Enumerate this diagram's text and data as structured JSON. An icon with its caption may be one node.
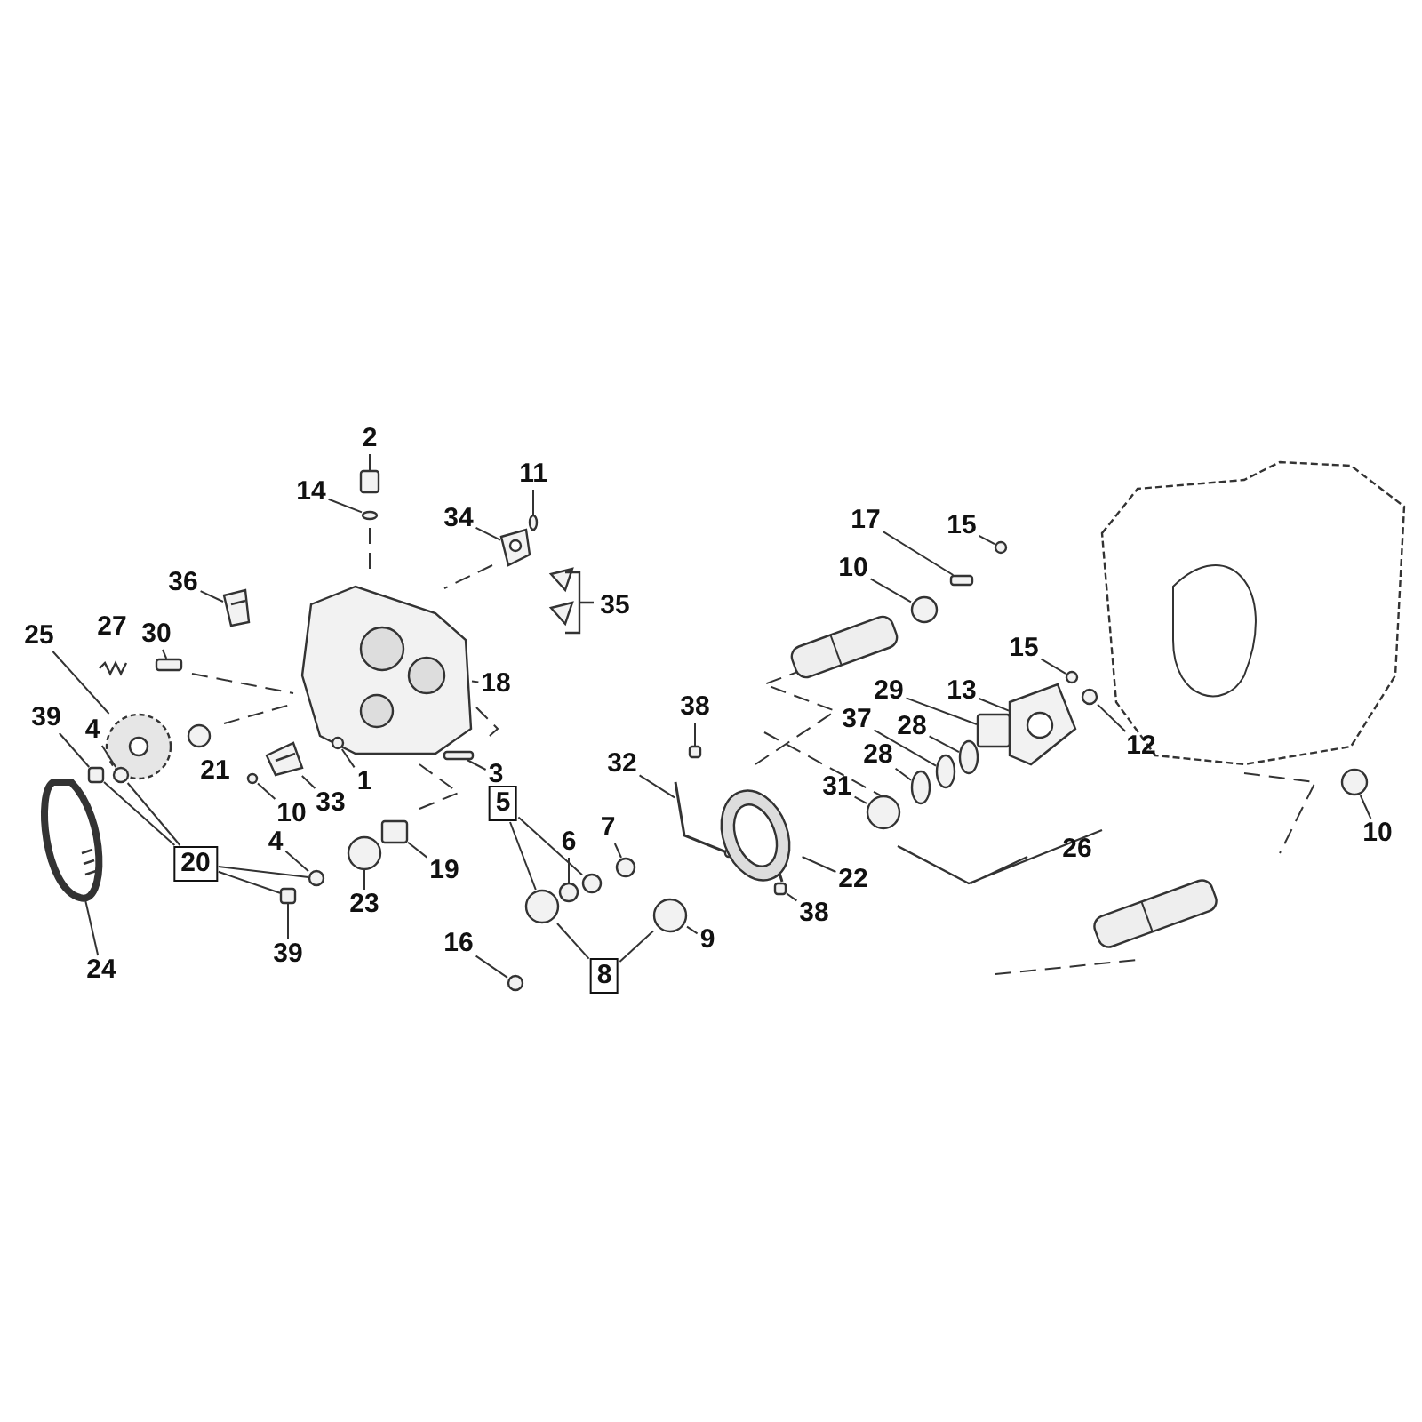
{
  "diagram": {
    "nodes": [
      {
        "text": [
          "2"
        ]
      },
      {
        "text": [
          "14"
        ]
      },
      {
        "text": [
          "11"
        ]
      },
      {
        "text": [
          "34"
        ]
      },
      {
        "text": [
          "35"
        ]
      },
      {
        "text": [
          "36"
        ]
      },
      {
        "text": [
          "27"
        ]
      },
      {
        "text": [
          "30"
        ]
      },
      {
        "text": [
          "25"
        ]
      },
      {
        "text": [
          "18"
        ]
      },
      {
        "text": [
          "39"
        ]
      },
      {
        "text": [
          "4"
        ]
      },
      {
        "text": [
          "21"
        ]
      },
      {
        "text": [
          "1"
        ]
      },
      {
        "text": [
          "3"
        ]
      },
      {
        "text": [
          "10"
        ]
      },
      {
        "text": [
          "33"
        ]
      },
      {
        "text": [
          "5"
        ]
      },
      {
        "text": [
          "6"
        ]
      },
      {
        "text": [
          "7"
        ]
      },
      {
        "text": [
          "19"
        ]
      },
      {
        "text": [
          "20"
        ]
      },
      {
        "text": [
          "4"
        ]
      },
      {
        "text": [
          "23"
        ]
      },
      {
        "text": [
          "24"
        ]
      },
      {
        "text": [
          "39"
        ]
      },
      {
        "text": [
          "16"
        ]
      },
      {
        "text": [
          "8"
        ]
      },
      {
        "text": [
          "9"
        ]
      },
      {
        "text": [
          "38"
        ]
      },
      {
        "text": [
          "32"
        ]
      },
      {
        "text": [
          "22"
        ]
      },
      {
        "text": [
          "38"
        ]
      },
      {
        "text": [
          "17"
        ]
      },
      {
        "text": [
          "15"
        ]
      },
      {
        "text": [
          "10"
        ]
      },
      {
        "text": [
          "15"
        ]
      },
      {
        "text": [
          "29"
        ]
      },
      {
        "text": [
          "13"
        ]
      },
      {
        "text": [
          "37"
        ]
      },
      {
        "text": [
          "28"
        ]
      },
      {
        "text": [
          "28"
        ]
      },
      {
        "text": [
          "31"
        ]
      },
      {
        "text": [
          "12"
        ]
      },
      {
        "text": [
          "26"
        ]
      },
      {
        "text": [
          "10"
        ]
      },
      {
        "text": [],
        "shape": "box"
      },
      {
        "text": [],
        "shape": "circle"
      },
      {
        "text": [],
        "shape": "circle"
      },
      {
        "text": [],
        "shape": "picture"
      },
      {
        "text": [],
        "shape": "picture"
      },
      {
        "text": [],
        "shape": "picture"
      },
      {
        "text": [],
        "shape": "box"
      },
      {
        "text": [],
        "shape": "picture"
      },
      {
        "text": [],
        "shape": "picture"
      },
      {
        "text": [],
        "shape": "box"
      },
      {
        "text": [],
        "shape": "circle"
      },
      {
        "text": [],
        "shape": "circle",
        "in": 50
      },
      {
        "text": [],
        "shape": "picture"
      },
      {
        "text": [],
        "shape": "circle"
      },
      {
        "text": [],
        "shape": "box"
      },
      {
        "text": [],
        "shape": "box"
      },
      {
        "text": [],
        "shape": "circle"
      },
      {
        "text": [],
        "shape": "picture"
      },
      {
        "text": [],
        "shape": "box"
      },
      {
        "text": [],
        "shape": "circle"
      },
      {
        "text": [],
        "shape": "circle"
      },
      {
        "text": [],
        "shape": "circle"
      },
      {
        "text": [],
        "shape": "circle"
      },
      {
        "text": [],
        "shape": "circle"
      },
      {
        "text": [],
        "shape": "circle"
      },
      {
        "text": [],
        "shape": "circle"
      },
      {
        "text": [],
        "shape": "box"
      },
      {
        "text": [],
        "shape": "picture"
      },
      {
        "text": [],
        "shape": "picture"
      },
      {
        "text": [],
        "shape": "box"
      },
      {
        "text": [],
        "shape": "box"
      },
      {
        "text": [],
        "shape": "circle"
      },
      {
        "text": [],
        "shape": "circle"
      },
      {
        "text": [],
        "shape": "circle"
      },
      {
        "text": [],
        "shape": "box"
      },
      {
        "text": [],
        "shape": "picture"
      },
      {
        "text": [],
        "shape": "circle"
      },
      {
        "text": [],
        "shape": "circle"
      },
      {
        "text": [],
        "shape": "circle"
      },
      {
        "text": [],
        "shape": "circle"
      },
      {
        "text": [],
        "shape": "circle"
      },
      {
        "text": [],
        "shape": "circle"
      }
    ],
    "edges": [
      {
        "from": 0,
        "to": 46,
        "arrow": "none"
      },
      {
        "from": 1,
        "to": 47,
        "arrow": "none"
      },
      {
        "from": 2,
        "to": 48,
        "arrow": "none"
      },
      {
        "from": 3,
        "to": 49,
        "arrow": "none"
      },
      {
        "from": 5,
        "to": 51,
        "arrow": "none"
      },
      {
        "from": 7,
        "to": 52,
        "arrow": "none"
      },
      {
        "from": 8,
        "to": 54,
        "arrow": "none"
      },
      {
        "from": 9,
        "to": 50,
        "arrow": "none"
      },
      {
        "from": 10,
        "to": 55,
        "arrow": "none"
      },
      {
        "from": 11,
        "to": 56,
        "arrow": "none"
      },
      {
        "from": 13,
        "to": 57,
        "arrow": "none"
      },
      {
        "from": 14,
        "to": 60,
        "arrow": "none"
      },
      {
        "from": 15,
        "to": 59,
        "arrow": "none"
      },
      {
        "from": 16,
        "to": 58,
        "arrow": "none"
      },
      {
        "from": 17,
        "to": 66,
        "arrow": "none"
      },
      {
        "from": 17,
        "to": 68,
        "arrow": "none"
      },
      {
        "from": 18,
        "to": 67,
        "arrow": "none"
      },
      {
        "from": 19,
        "to": 69,
        "arrow": "none"
      },
      {
        "from": 20,
        "to": 61,
        "arrow": "none"
      },
      {
        "from": 21,
        "to": 55,
        "arrow": "none"
      },
      {
        "from": 21,
        "to": 56,
        "arrow": "none"
      },
      {
        "from": 21,
        "to": 64,
        "arrow": "none"
      },
      {
        "from": 21,
        "to": 65,
        "arrow": "none"
      },
      {
        "from": 22,
        "to": 65,
        "arrow": "none"
      },
      {
        "from": 23,
        "to": 62,
        "arrow": "none"
      },
      {
        "from": 24,
        "to": 63,
        "arrow": "none"
      },
      {
        "from": 25,
        "to": 64,
        "arrow": "none"
      },
      {
        "from": 26,
        "to": 71,
        "arrow": "none"
      },
      {
        "from": 27,
        "to": 66,
        "arrow": "none"
      },
      {
        "from": 27,
        "to": 70,
        "arrow": "none"
      },
      {
        "from": 28,
        "to": 70,
        "arrow": "none"
      },
      {
        "from": 29,
        "to": 72,
        "arrow": "none"
      },
      {
        "from": 30,
        "to": 73,
        "arrow": "none"
      },
      {
        "from": 31,
        "to": 74,
        "arrow": "none"
      },
      {
        "from": 32,
        "to": 75,
        "arrow": "none"
      },
      {
        "from": 33,
        "to": 76,
        "arrow": "none"
      },
      {
        "from": 34,
        "to": 77,
        "arrow": "none"
      },
      {
        "from": 35,
        "to": 78,
        "arrow": "none"
      },
      {
        "from": 36,
        "to": 79,
        "arrow": "none"
      },
      {
        "from": 37,
        "to": 80,
        "arrow": "none"
      },
      {
        "from": 38,
        "to": 81,
        "arrow": "none"
      },
      {
        "from": 39,
        "to": 82,
        "arrow": "none"
      },
      {
        "from": 40,
        "to": 83,
        "arrow": "none"
      },
      {
        "from": 41,
        "to": 84,
        "arrow": "none"
      },
      {
        "from": 42,
        "to": 85,
        "arrow": "none"
      },
      {
        "from": 43,
        "to": 86,
        "arrow": "none"
      },
      {
        "from": 45,
        "to": 87,
        "arrow": "none"
      }
    ]
  }
}
